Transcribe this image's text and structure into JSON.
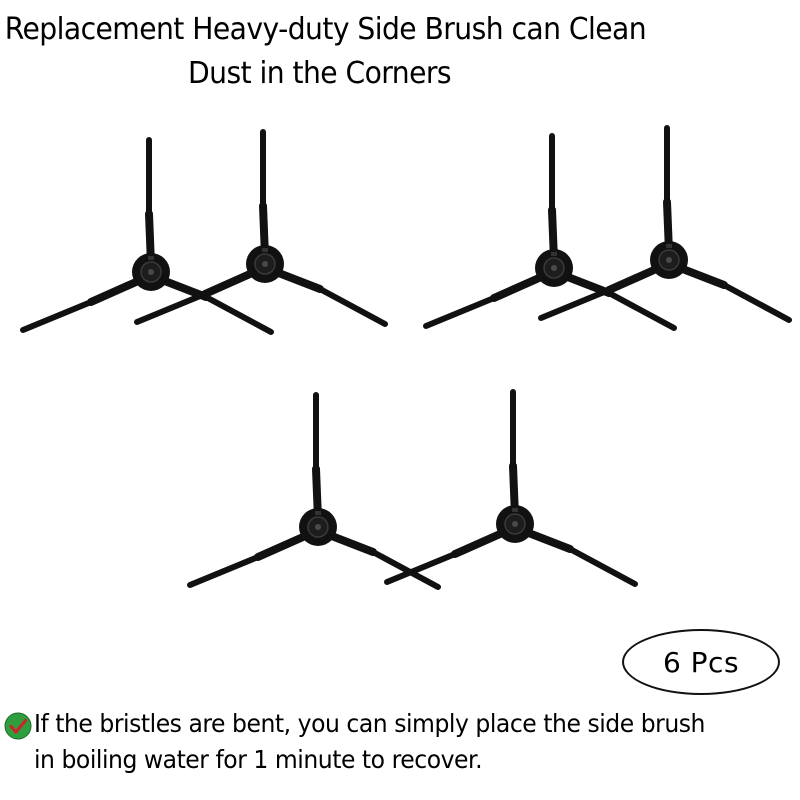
{
  "title": {
    "line1": "Replacement Heavy-duty Side Brush can Clean",
    "line2": "Dust in the Corners"
  },
  "badge": {
    "label": "6 Pcs"
  },
  "tip": {
    "icon": "check-circle-icon",
    "line1": "If the bristles are bent, you can simply place the side brush",
    "line2": "in boiling water for 1 minute to recover."
  },
  "colors": {
    "brush": "#111111",
    "check_circle": "#2e9e3e",
    "check_mark": "#c62828"
  },
  "image": {
    "brush_count": 6
  }
}
